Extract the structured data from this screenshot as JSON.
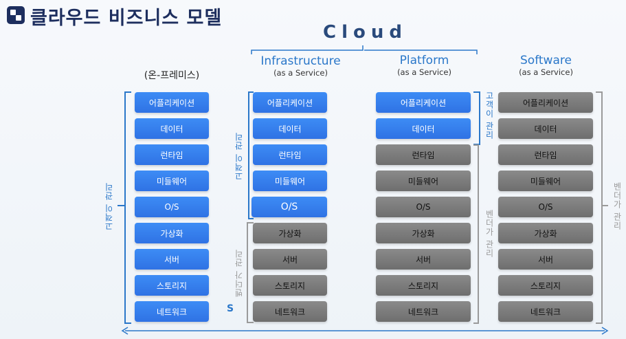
{
  "title": "클라우드 비즈니스 모델",
  "cloud_label": "Cloud",
  "columns": {
    "onprem": {
      "label": "(온-프레미스)"
    },
    "iaas": {
      "label": "Infrastructure",
      "sub": "(as a Service)"
    },
    "paas": {
      "label": "Platform",
      "sub": "(as a Service)"
    },
    "saas": {
      "label": "Software",
      "sub": "(as a Service)"
    }
  },
  "layers": [
    "어플리케이션",
    "데이터",
    "런타임",
    "미들웨어",
    "O/S",
    "가상화",
    "서버",
    "스토리지",
    "네트워크"
  ],
  "management": {
    "customer": "고객이 관리",
    "vendor": "벤더가 관리"
  },
  "stray_char": "S",
  "colors": {
    "title": "#1d2e5e",
    "accent": "#2a77c9",
    "customer_box": "#3480ee",
    "vendor_box": "#7a7a7a"
  }
}
